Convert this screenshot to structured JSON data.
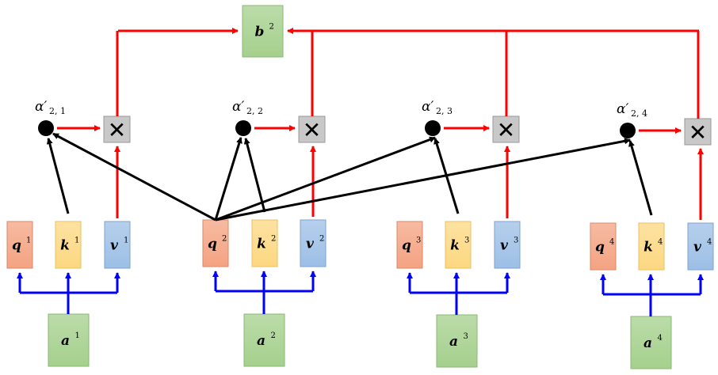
{
  "colors": {
    "query": "#f4a382",
    "key": "#fdd882",
    "value": "#9dbfe6",
    "input": "#a5d08d",
    "output": "#a5d08d",
    "multiply": "#c8c8c8",
    "input_arrows": "#0000ff",
    "value_arrows": "#ff0000",
    "score_arrows": "#000000"
  },
  "output": {
    "base": "b",
    "sup": "2"
  },
  "multiply_symbol": "✕",
  "groups": [
    {
      "q": {
        "base": "q",
        "sup": "1"
      },
      "k": {
        "base": "k",
        "sup": "1"
      },
      "v": {
        "base": "v",
        "sup": "1"
      },
      "a": {
        "base": "a",
        "sup": "1"
      },
      "alpha": {
        "base": "α′",
        "sub": "2, 1"
      }
    },
    {
      "q": {
        "base": "q",
        "sup": "2"
      },
      "k": {
        "base": "k",
        "sup": "2"
      },
      "v": {
        "base": "v",
        "sup": "2"
      },
      "a": {
        "base": "a",
        "sup": "2"
      },
      "alpha": {
        "base": "α′",
        "sub": "2, 2"
      }
    },
    {
      "q": {
        "base": "q",
        "sup": "3"
      },
      "k": {
        "base": "k",
        "sup": "3"
      },
      "v": {
        "base": "v",
        "sup": "3"
      },
      "a": {
        "base": "a",
        "sup": "3"
      },
      "alpha": {
        "base": "α′",
        "sub": "2, 3"
      }
    },
    {
      "q": {
        "base": "q",
        "sup": "4"
      },
      "k": {
        "base": "k",
        "sup": "4"
      },
      "v": {
        "base": "v",
        "sup": "4"
      },
      "a": {
        "base": "a",
        "sup": "4"
      },
      "alpha": {
        "base": "α′",
        "sub": "2, 4"
      }
    }
  ]
}
